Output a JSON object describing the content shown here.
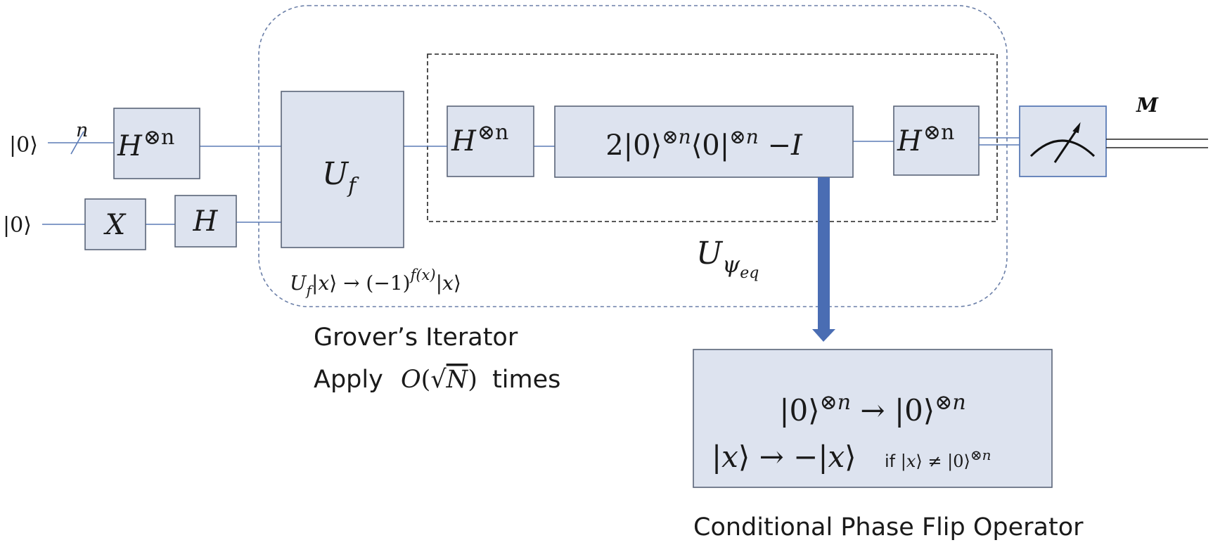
{
  "inputs": {
    "top_ket": "|0⟩",
    "bottom_ket": "|0⟩",
    "bus_label": "n"
  },
  "gates": {
    "h_n_input": {
      "base": "H",
      "sup": "⊗n"
    },
    "x_gate": "X",
    "h_gate": "H",
    "uf": {
      "base": "U",
      "sub": "f"
    },
    "h_n_diffusion_left": {
      "base": "H",
      "sup": "⊗n"
    },
    "reflection": "2|0⟩⊗n⟨0|⊗n −I",
    "h_n_diffusion_right": {
      "base": "H",
      "sup": "⊗n"
    },
    "measure": "measurement"
  },
  "labels": {
    "uf_action": "U_f|x⟩ → (−1)^f(x)|x⟩",
    "u_psi": {
      "base": "U",
      "sub": "ψ",
      "subsub": "eq"
    },
    "output": "M",
    "iterator_line1": "Grover’s Iterator",
    "iterator_line2_prefix": "Apply",
    "iterator_line2_formula": "O(√N)",
    "iterator_line2_suffix": "times"
  },
  "phase_flip": {
    "line1": "|0⟩⊗n → |0⟩⊗n",
    "line2": "|x⟩ → −|x⟩",
    "condition": "if |x⟩ ≠ |0⟩⊗n",
    "caption": "Conditional Phase Flip Operator"
  },
  "colors": {
    "gate_fill": "#dde3ef",
    "gate_stroke": "#5a6478",
    "wire": "#5b7bb6",
    "arrow": "#4a6db3",
    "iterator_border": "#6b7fa8"
  }
}
